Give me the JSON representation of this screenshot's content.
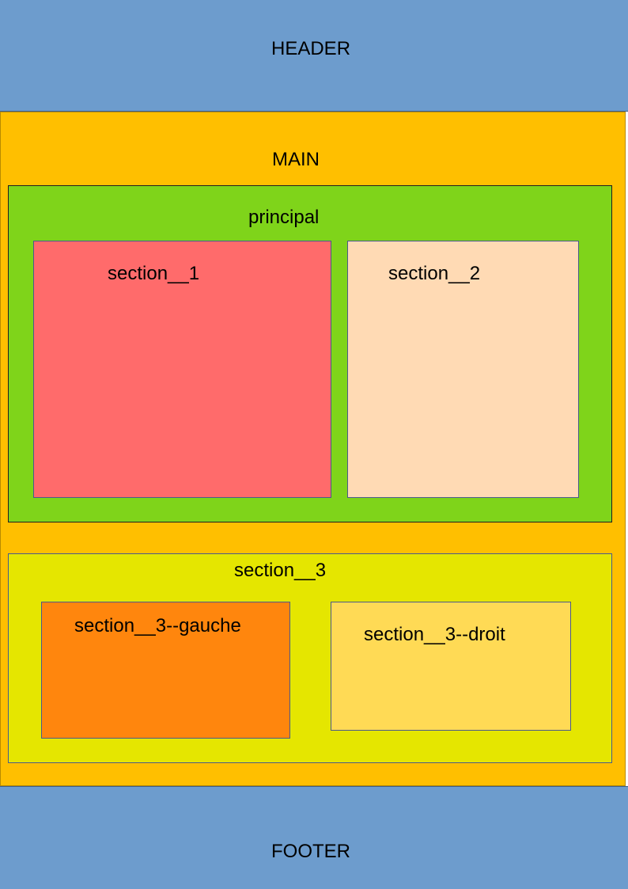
{
  "header": {
    "label": "HEADER",
    "color": "#6d9ccd"
  },
  "main": {
    "label": "MAIN",
    "color": "#ffbf00"
  },
  "principal": {
    "label": "principal",
    "color": "#7fd41a"
  },
  "section_1": {
    "label": "section__1",
    "color": "#ff6b6b"
  },
  "section_2": {
    "label": "section__2",
    "color": "#ffdab4"
  },
  "section_3": {
    "label": "section__3",
    "color": "#e5e600"
  },
  "section_3_gauche": {
    "label": "section__3--gauche",
    "color": "#ff860d"
  },
  "section_3_droit": {
    "label": "section__3--droit",
    "color": "#ffda55"
  },
  "footer": {
    "label": "FOOTER",
    "color": "#6d9ccd"
  }
}
